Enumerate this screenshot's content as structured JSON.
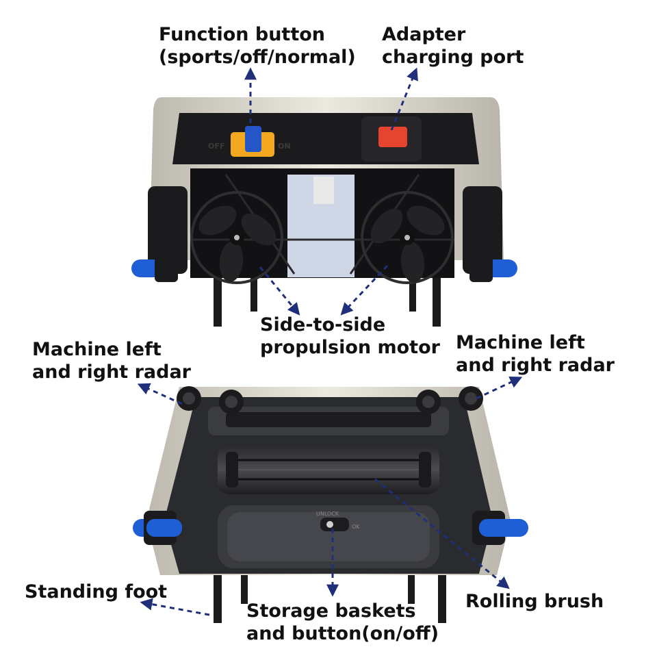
{
  "labels": {
    "function_button": [
      "Function button",
      "(sports/off/normal)"
    ],
    "adapter_port": [
      "Adapter",
      "charging port"
    ],
    "propulsion_motor": [
      "Side-to-side",
      "propulsion motor"
    ],
    "radar_left": [
      "Machine left",
      "and right radar"
    ],
    "radar_right": [
      "Machine left",
      "and right radar"
    ],
    "standing_foot": [
      "Standing foot"
    ],
    "storage_baskets": [
      "Storage baskets",
      "and button(on/off)"
    ],
    "rolling_brush": [
      "Rolling brush"
    ]
  },
  "switch_text": {
    "off": "OFF",
    "on": "ON",
    "unlock": "UNLOCK",
    "ok": "OK"
  },
  "colors": {
    "arrow": "#1f2f7a",
    "body_shell": "#d9d6cd",
    "frame": "#1b1b1d",
    "switch": "#f3a81f",
    "switch_knob": "#2456c8",
    "charging_port": "#e5452f",
    "wheel": "#1f5fd6"
  }
}
